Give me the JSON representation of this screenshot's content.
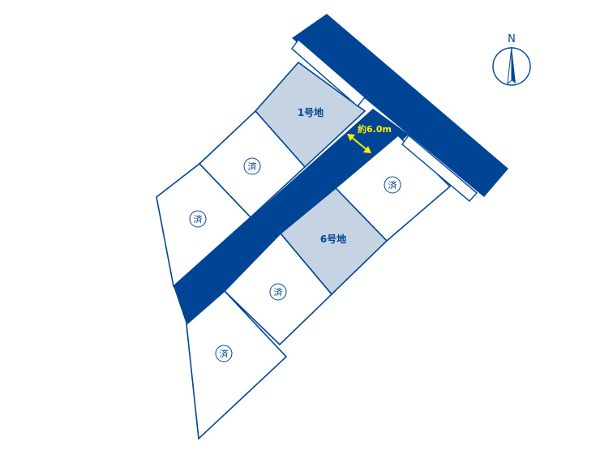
{
  "colors": {
    "road": "#004595",
    "lot_outline": "#004595",
    "lot_available": "#c6d3e3",
    "lot_sold": "#ffffff",
    "label_text": "#004595",
    "arrow": "#ffee00",
    "background": "#ffffff"
  },
  "road": {
    "width_label": "約6.0m"
  },
  "compass": {
    "north_label": "N",
    "icon": "north-arrow-icon"
  },
  "lots": [
    {
      "id": "lot-1",
      "label": "1号地",
      "status": "available"
    },
    {
      "id": "lot-2",
      "label": "済",
      "status": "sold"
    },
    {
      "id": "lot-3",
      "label": "済",
      "status": "sold"
    },
    {
      "id": "lot-4",
      "label": "済",
      "status": "sold"
    },
    {
      "id": "lot-5",
      "label": "済",
      "status": "sold"
    },
    {
      "id": "lot-6",
      "label": "6号地",
      "status": "available"
    },
    {
      "id": "lot-7",
      "label": "済",
      "status": "sold"
    }
  ]
}
